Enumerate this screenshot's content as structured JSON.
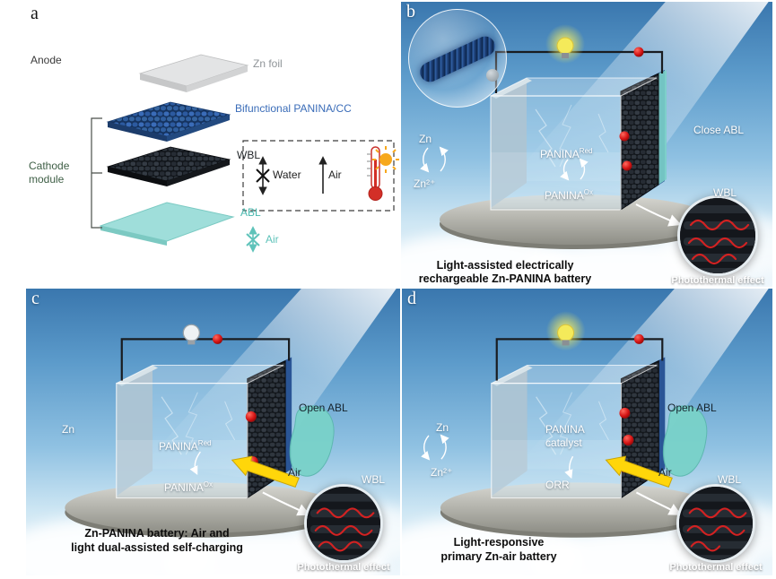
{
  "panel_a": {
    "letter": "a",
    "anode_label": "Anode",
    "zn_foil_label": "Zn foil",
    "panina_cc_label": "Bifunctional PANINA/CC",
    "wbl_label": "WBL",
    "cathode_module_line1": "Cathode",
    "cathode_module_line2": "module",
    "abl_label": "ABL",
    "water_label": "Water",
    "air_label": "Air",
    "abl_air_label": "Air"
  },
  "panel_b": {
    "letter": "b",
    "zn_label": "Zn",
    "zn_ion_label": "Zn²⁺",
    "panina_base": "PANINA",
    "sup_red": "Red",
    "sup_ox": "Ox",
    "close_abl_label": "Close ABL",
    "wbl_label": "WBL",
    "caption_line1": "Light-assisted electrically",
    "caption_line2": "rechargeable Zn-PANINA battery",
    "photothermal_label": "Photothermal effect"
  },
  "panel_c": {
    "letter": "c",
    "zn_label": "Zn",
    "panina_base": "PANINA",
    "sup_red": "Red",
    "sup_ox": "Ox",
    "open_abl_label": "Open ABL",
    "air_label": "Air",
    "wbl_label": "WBL",
    "caption_line1": "Zn-PANINA battery: Air and",
    "caption_line2": "light dual-assisted self-charging",
    "photothermal_label": "Photothermal effect"
  },
  "panel_d": {
    "letter": "d",
    "zn_label": "Zn",
    "zn_ion_label": "Zn²⁺",
    "catalyst_line1": "PANINA",
    "catalyst_line2": "catalyst",
    "orr_label": "ORR",
    "open_abl_label": "Open ABL",
    "air_label": "Air",
    "wbl_label": "WBL",
    "caption_line1": "Light-responsive",
    "caption_line2": "primary Zn-air battery",
    "photothermal_label": "Photothermal effect"
  },
  "colors": {
    "panina_blue": "#2f62a8",
    "wbl_black": "#14171c",
    "abl_teal": "#7bd0c8",
    "sky_blue": "#5b9aca",
    "accent_red": "#d41414",
    "bulb_yellow": "#f4ea5a",
    "air_arrow_yellow": "#ffd60a"
  }
}
